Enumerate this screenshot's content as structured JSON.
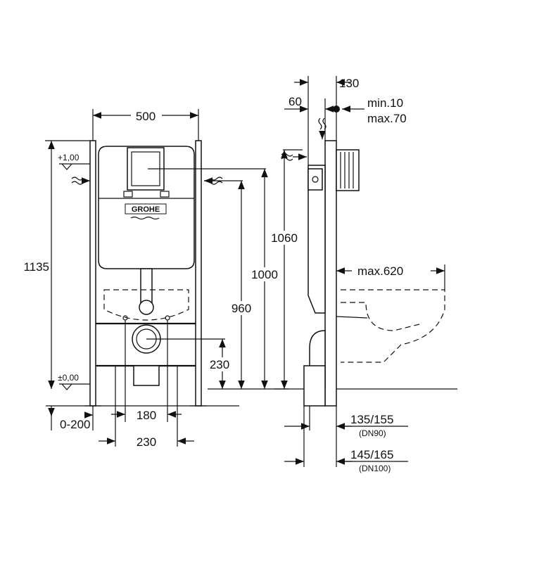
{
  "brand": "GROHE",
  "front_view": {
    "width_label": "500",
    "height_label": "1135",
    "level_top": "+1,00",
    "level_zero": "±0,00",
    "offset_label": "0-200",
    "bolt_spacing_180": "180",
    "bolt_spacing_230": "230",
    "drain_height": "230",
    "pipe_height_960": "960",
    "pipe_height_1000": "1000"
  },
  "side_view": {
    "depth_130": "130",
    "depth_60": "60",
    "min_label": "min.10",
    "max_label": "max.70",
    "height_1060": "1060",
    "projection_label": "max.620",
    "dn90_dim": "135/155",
    "dn90_label": "(DN90)",
    "dn100_dim": "145/165",
    "dn100_label": "(DN100)"
  }
}
